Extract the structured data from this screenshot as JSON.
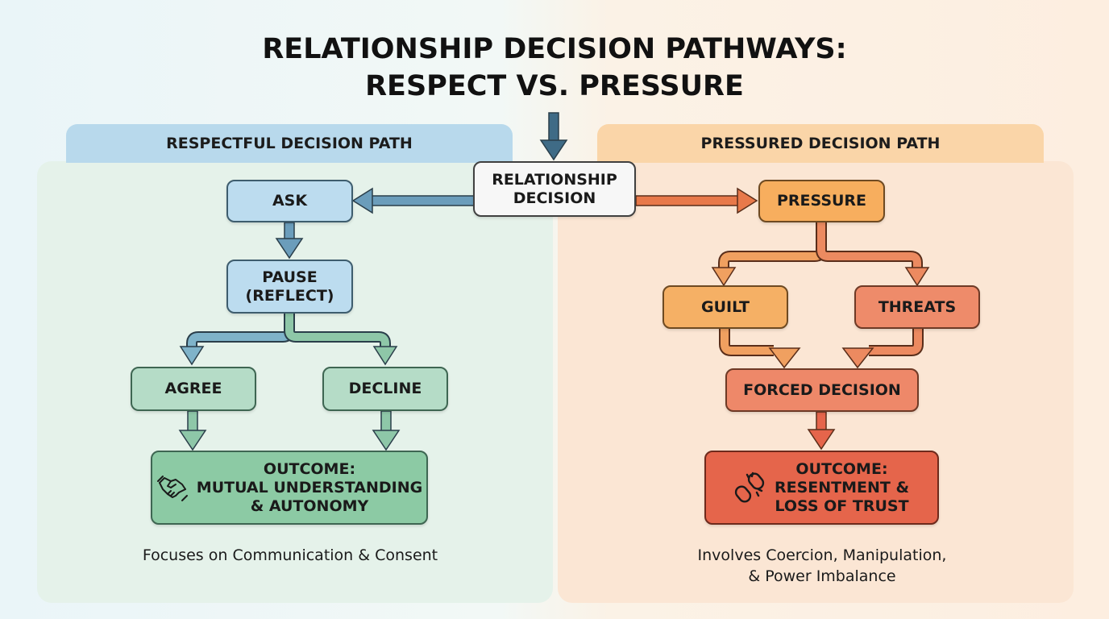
{
  "title": {
    "line1": "RELATIONSHIP DECISION PATHWAYS:",
    "line2": "RESPECT VS. PRESSURE"
  },
  "left": {
    "tab": "RESPECTFUL DECISION PATH",
    "ask": "ASK",
    "pause_line1": "PAUSE",
    "pause_line2": "(REFLECT)",
    "agree": "AGREE",
    "decline": "DECLINE",
    "outcome_line1": "OUTCOME:",
    "outcome_line2": "MUTUAL UNDERSTANDING",
    "outcome_line3": "& AUTONOMY",
    "outcome_icon": "handshake-icon",
    "caption": "Focuses on Communication & Consent"
  },
  "center": {
    "line1": "RELATIONSHIP",
    "line2": "DECISION"
  },
  "right": {
    "tab": "PRESSURED DECISION PATH",
    "pressure": "PRESSURE",
    "guilt": "GUILT",
    "threats": "THREATS",
    "forced": "FORCED DECISION",
    "outcome_line1": "OUTCOME:",
    "outcome_line2": "RESENTMENT &",
    "outcome_line3": "LOSS OF TRUST",
    "outcome_icon": "broken-chain-icon",
    "caption_line1": "Involves Coercion, Manipulation,",
    "caption_line2": "& Power Imbalance"
  },
  "colors": {
    "respect_blue": "#bcdcef",
    "respect_green": "#b5dcc7",
    "respect_outcome": "#8ccaa4",
    "pressure_orange": "#f7ae5e",
    "pressure_red": "#ee8b6a",
    "pressure_outcome": "#e5654b"
  }
}
